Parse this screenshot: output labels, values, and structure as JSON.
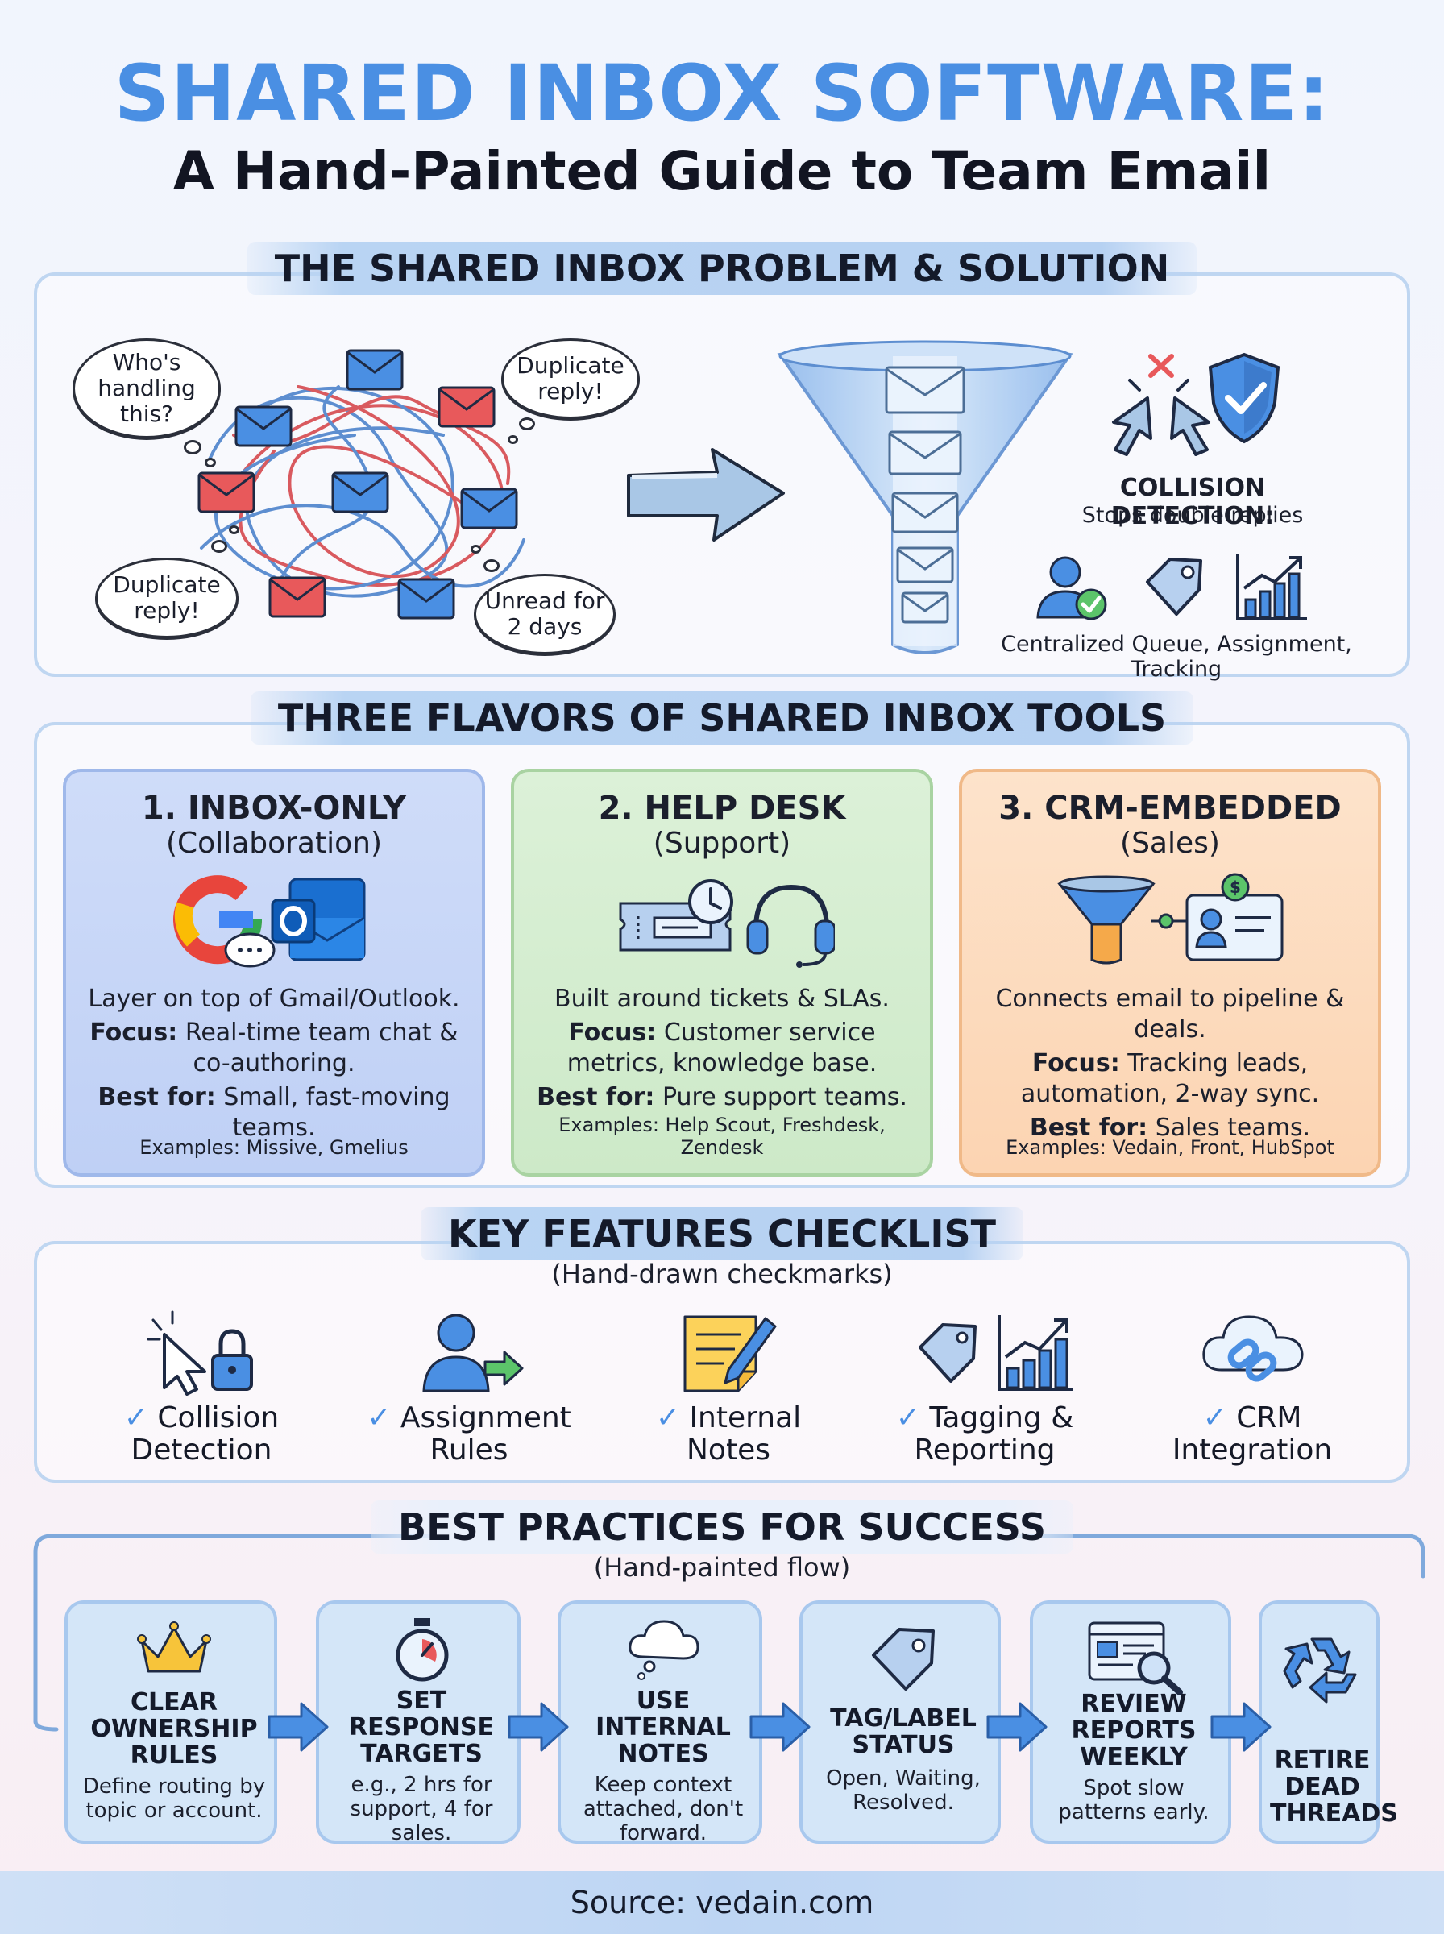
{
  "header": {
    "title": "SHARED INBOX SOFTWARE:",
    "subtitle": "A Hand-Painted Guide to Team Email"
  },
  "problem_section": {
    "heading": "THE SHARED INBOX PROBLEM & SOLUTION",
    "bubbles": [
      "Who's handling this?",
      "Duplicate reply!",
      "Duplicate reply!",
      "Unread for 2 days"
    ],
    "collision_title": "COLLISION DETECTION:",
    "collision_desc": "Stops double replies",
    "queue_caption": "Centralized Queue, Assignment, Tracking"
  },
  "flavors_section": {
    "heading": "THREE FLAVORS OF SHARED INBOX TOOLS",
    "cards": [
      {
        "title": "1. INBOX-ONLY",
        "subtitle": "(Collaboration)",
        "line1": "Layer on top of Gmail/Outlook.",
        "focus_label": "Focus:",
        "focus_text": "Real-time team chat & co-authoring.",
        "best_label": "Best for:",
        "best_text": "Small, fast-moving teams.",
        "examples": "Examples: Missive, Gmelius"
      },
      {
        "title": "2. HELP DESK",
        "subtitle": "(Support)",
        "line1": "Built around tickets & SLAs.",
        "focus_label": "Focus:",
        "focus_text": "Customer service metrics, knowledge base.",
        "best_label": "Best for:",
        "best_text": "Pure support teams.",
        "examples": "Examples: Help Scout, Freshdesk, Zendesk"
      },
      {
        "title": "3. CRM-EMBEDDED",
        "subtitle": "(Sales)",
        "line1": "Connects email to pipeline & deals.",
        "focus_label": "Focus:",
        "focus_text": "Tracking leads, automation, 2-way sync.",
        "best_label": "Best for:",
        "best_text": "Sales teams.",
        "examples": "Examples: Vedain, Front, HubSpot"
      }
    ],
    "colors": {
      "blue": "#c3d5f7",
      "green": "#d4eed1",
      "orange": "#fddcbf"
    }
  },
  "features_section": {
    "heading": "KEY FEATURES CHECKLIST",
    "subheading": "(Hand-drawn checkmarks)",
    "check": "✓",
    "items": [
      {
        "line1": "Collision",
        "line2": "Detection",
        "icon": "cursor-lock-icon"
      },
      {
        "line1": "Assignment",
        "line2": "Rules",
        "icon": "user-arrow-icon"
      },
      {
        "line1": "Internal",
        "line2": "Notes",
        "icon": "note-pencil-icon"
      },
      {
        "line1": "Tagging &",
        "line2": "Reporting",
        "icon": "tag-chart-icon"
      },
      {
        "line1": "CRM",
        "line2": "Integration",
        "icon": "cloud-link-icon"
      }
    ]
  },
  "practices_section": {
    "heading": "BEST PRACTICES FOR SUCCESS",
    "subheading": "(Hand-painted flow)",
    "steps": [
      {
        "title": "CLEAR OWNERSHIP RULES",
        "desc": "Define routing by topic or account.",
        "icon": "crown-icon"
      },
      {
        "title": "SET RESPONSE TARGETS",
        "desc": "e.g., 2 hrs for support, 4 for sales.",
        "icon": "stopwatch-icon"
      },
      {
        "title": "USE INTERNAL NOTES",
        "desc": "Keep context attached, don't forward.",
        "icon": "thought-cloud-icon"
      },
      {
        "title": "TAG/LABEL STATUS",
        "desc": "Open, Waiting, Resolved.",
        "icon": "tag-icon"
      },
      {
        "title": "REVIEW REPORTS WEEKLY",
        "desc": "Spot slow patterns early.",
        "icon": "report-magnifier-icon"
      },
      {
        "title": "RETIRE DEAD THREADS",
        "desc": "",
        "icon": "recycle-icon"
      }
    ]
  },
  "footer": {
    "source": "Source: vedain.com"
  },
  "palette": {
    "accent": "#4a8fe3",
    "red": "#e8595b",
    "frame": "#bfd6f1"
  }
}
